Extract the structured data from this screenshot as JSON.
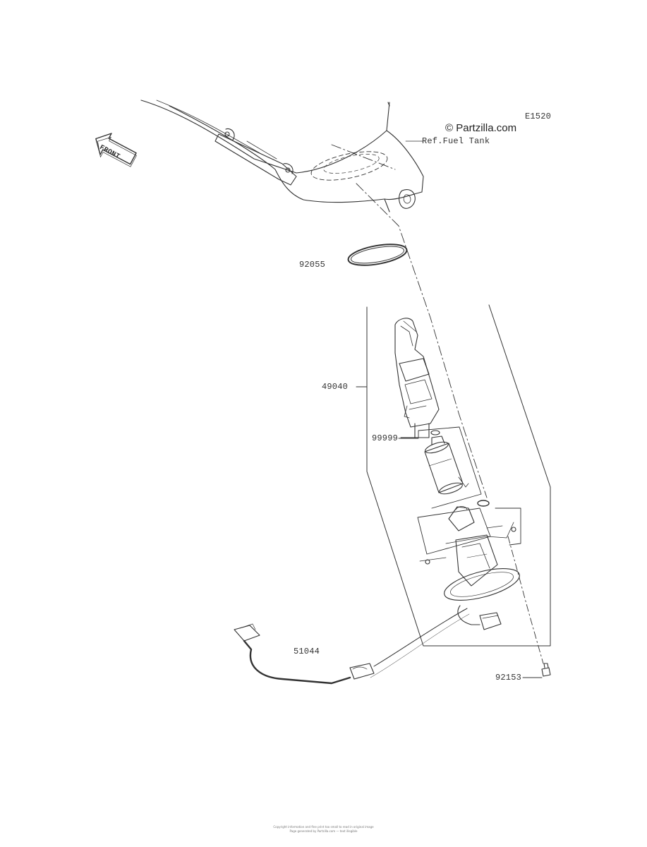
{
  "diagram_code": "E1520",
  "watermark": "© Partzilla.com",
  "front_label": "FRONT",
  "reference_label": "Ref.Fuel Tank",
  "parts": [
    {
      "number": "92055"
    },
    {
      "number": "49040"
    },
    {
      "number": "99999"
    },
    {
      "number": "51044"
    },
    {
      "number": "92153"
    }
  ],
  "footer": {
    "line1": "Copyright information and fine print too small to read in original image",
    "line2": "Page generated by Partzilla.com — text illegible"
  }
}
